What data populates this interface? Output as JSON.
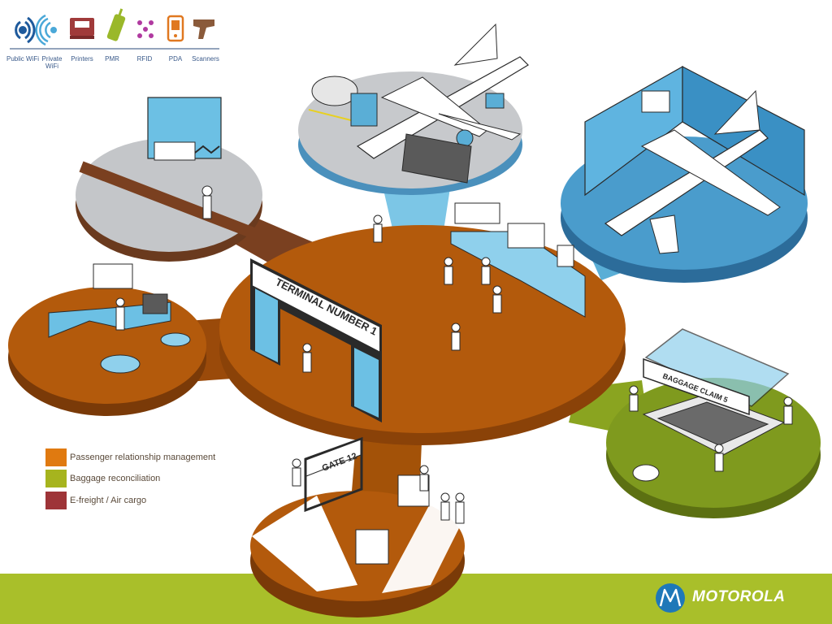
{
  "icons": [
    {
      "label": "Public WiFi",
      "icon": "public-wifi-icon",
      "color": "#1e5a9c"
    },
    {
      "label": "Private WiFi",
      "icon": "private-wifi-icon",
      "color": "#4aa8d8"
    },
    {
      "label": "Printers",
      "icon": "printer-icon",
      "color": "#a03a3a"
    },
    {
      "label": "PMR",
      "icon": "pmr-radio-icon",
      "color": "#9ab82a"
    },
    {
      "label": "RFID",
      "icon": "rfid-icon",
      "color": "#b03aa0"
    },
    {
      "label": "PDA",
      "icon": "pda-icon",
      "color": "#e07820"
    },
    {
      "label": "Scanners",
      "icon": "scanner-icon",
      "color": "#8a5a3a"
    }
  ],
  "signs": {
    "terminal": "TERMINAL NUMBER 1",
    "gate": "GATE 12",
    "baggage": "BAGGAGE CLAIM 5"
  },
  "legend": [
    {
      "label": "Passenger relationship management",
      "color": "#e07a10"
    },
    {
      "label": "Baggage reconciliation",
      "color": "#a6b41e"
    },
    {
      "label": "E-freight / Air cargo",
      "color": "#9e3438"
    }
  ],
  "brand": {
    "name": "MOTOROLA"
  },
  "colors": {
    "terminal_floor": "#b35a0c",
    "terminal_side": "#8a4208",
    "baggage_floor": "#7f9a1e",
    "cargo_connector": "#7a4020",
    "apron_floor": "#c7c9cc",
    "apron_blue": "#5aaed6",
    "hangar_blue": "#4a9ccc",
    "footer_green": "#a9bf2a"
  }
}
